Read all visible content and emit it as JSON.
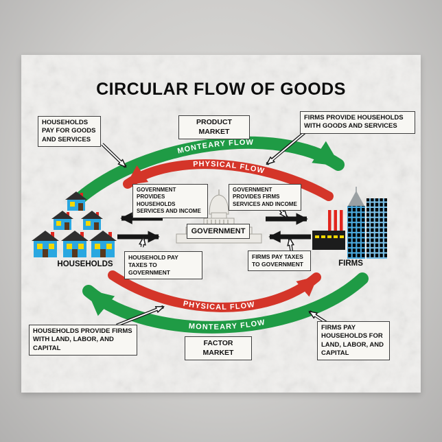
{
  "poster": {
    "title": "CIRCULAR FLOW OF GOODS",
    "top": {
      "market_label": "PRODUCT MARKET",
      "monetary_label": "MONTEARY FLOW",
      "physical_label": "PHYSICAL FLOW",
      "left_callout": "HOUSEHOLDS PAY FOR GOODS AND SERVICES",
      "right_callout": "FIRMS PROVIDE HOUSEHOLDS WITH GOODS AND SERVICES"
    },
    "middle": {
      "government": "GOVERNMENT",
      "provides_households": "GOVERNMENT PROVIDES HOUSEHOLDS SERVICES AND INCOME",
      "provides_firms": "GOVERNMENT PROVIDES FIRMS SERVICES AND INCOME",
      "household_taxes": "HOUSEHOLD PAY TAXES TO GOVERNMENT",
      "firm_taxes": "FIRMS PAY TAXES TO GOVERNMENT",
      "households": "HOUSEHOLDS",
      "firms": "FIRMS"
    },
    "bottom": {
      "market_label": "FACTOR MARKET",
      "monetary_label": "MONTEARY FLOW",
      "physical_label": "PHYSICAL FLOW",
      "left_callout": "HOUSEHOLDS PROVIDE FIRMS WITH LAND, LABOR, AND CAPITAL",
      "right_callout": "FIRMS PAY HOUSEHOLDS FOR LAND, LABOR, AND CAPITAL"
    },
    "colors": {
      "green": "#1f9b45",
      "red": "#d43529",
      "black": "#161616",
      "house": "#2aa7e0",
      "roof": "#2f2f2f",
      "window": "#f4d800",
      "chimney": "#e1251d",
      "door": "#58371d",
      "factory": "#1c1c1c",
      "tower1": "#4aa9dd",
      "tower2": "#79bfe6",
      "pane": "#cde9f8",
      "capitol": "#ebe9e4",
      "capitol_stroke": "#a5a39b",
      "box_bg": "#f8f7f3",
      "box_border": "#3c3c3c"
    }
  }
}
